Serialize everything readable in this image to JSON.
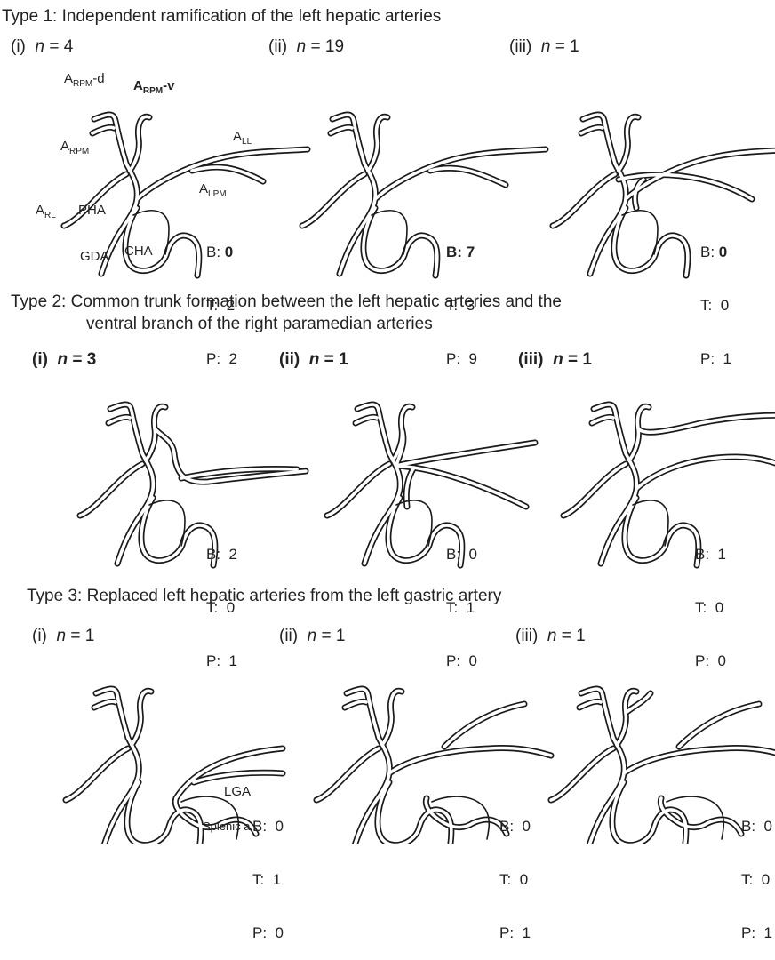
{
  "type1": {
    "title": "Type 1: Independent ramification of the left hepatic arteries",
    "panels": [
      {
        "roman": "(i)",
        "n": "4",
        "B": "0",
        "T": "2",
        "P": "2"
      },
      {
        "roman": "(ii)",
        "n": "19",
        "B": "7",
        "T": "3",
        "P": "9"
      },
      {
        "roman": "(iii)",
        "n": "1",
        "B": "0",
        "T": "0",
        "P": "1"
      }
    ]
  },
  "type2": {
    "title_line1": "Type 2: Common trunk formation between the left hepatic arteries and the",
    "title_line2": "ventral branch of  the right paramedian arteries",
    "panels": [
      {
        "roman": "(i)",
        "n": "3",
        "B": "2",
        "T": "0",
        "P": "1"
      },
      {
        "roman": "(ii)",
        "n": "1",
        "B": "0",
        "T": "1",
        "P": "0"
      },
      {
        "roman": "(iii)",
        "n": "1",
        "B": "1",
        "T": "0",
        "P": "0"
      }
    ]
  },
  "type3": {
    "title": "Type 3: Replaced left hepatic arteries from the left gastric artery",
    "panels": [
      {
        "roman": "(i)",
        "n": "1",
        "B": "0",
        "T": "1",
        "P": "0"
      },
      {
        "roman": "(ii)",
        "n": "1",
        "B": "0",
        "T": "0",
        "P": "1"
      },
      {
        "roman": "(iii)",
        "n": "1",
        "B": "0",
        "T": "0",
        "P": "1"
      }
    ]
  },
  "labels": {
    "n_symbol": "n",
    "eq": "=",
    "b": "B:",
    "t": "T:",
    "p": "P:",
    "a": "A",
    "rpm_d_sub": "RPM",
    "rpm_d_suffix": "-d",
    "rpm_v_sub": "RPM",
    "rpm_v_suffix": "-v",
    "rpm_sub": "RPM",
    "ll_sub": "LL",
    "lpm_sub": "LPM",
    "rl_sub": "RL",
    "pha": "PHA",
    "gda": "GDA",
    "cha": "CHA",
    "lga": "LGA",
    "splenic": "Splenic a."
  }
}
